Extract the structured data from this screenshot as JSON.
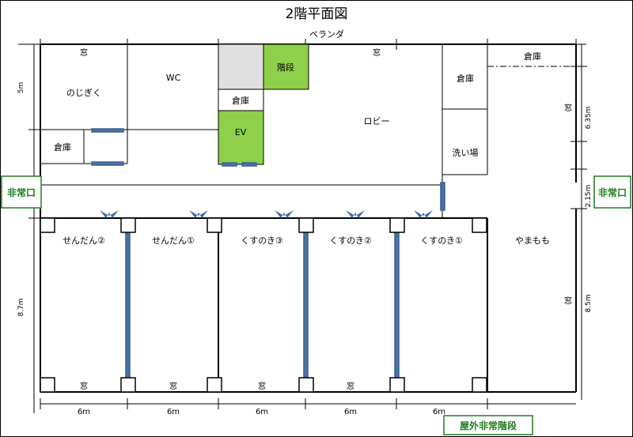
{
  "title": "2階平面図",
  "top_label": "ベランダ",
  "rooms": {
    "nojigiku": "のじぎく",
    "wc": "WC",
    "kaidan": "階段",
    "souko_mid": "倉庫",
    "ev": "EV",
    "souko_left": "倉庫",
    "lobby": "ロビー",
    "souko_right": "倉庫",
    "souko_far_right": "倉庫",
    "araiba": "洗い場",
    "sendan2": "せんだん②",
    "sendan1": "せんだん①",
    "kusunoki3": "くすのき③",
    "kusunoki2": "くすのき②",
    "kusunoki1": "くすのき①",
    "yamamomo": "やまもも"
  },
  "windows": {
    "top_left": "窓",
    "top_center": "窓",
    "right_upper": "窓",
    "right_lower": "窓",
    "bottom": [
      "窓",
      "窓",
      "窓",
      "窓"
    ]
  },
  "exits": {
    "left": "非常口",
    "right": "非常口",
    "bottom": "屋外非常階段"
  },
  "dimensions": {
    "left_top": "5m",
    "left_bottom": "8.7m",
    "right_top": "6.35m",
    "right_mid": "2.15m",
    "right_bottom": "8.5m",
    "bottom": [
      "6m",
      "6m",
      "6m",
      "6m",
      "6m"
    ]
  }
}
